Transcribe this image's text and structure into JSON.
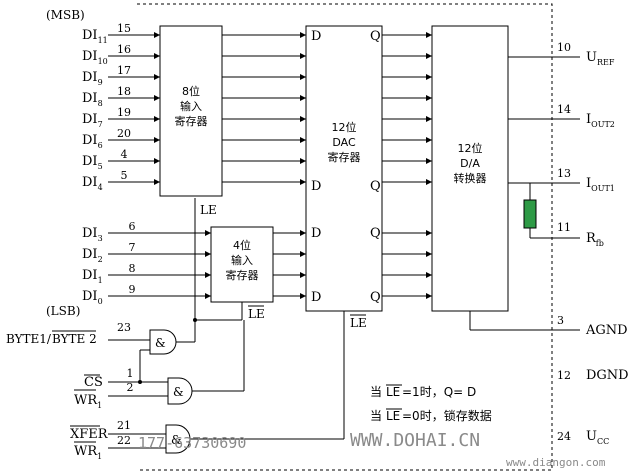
{
  "msb_label": "(MSB)",
  "lsb_label": "(LSB)",
  "inputs_upper": [
    {
      "name": "DI",
      "sub": "11",
      "pin": "15"
    },
    {
      "name": "DI",
      "sub": "10",
      "pin": "16"
    },
    {
      "name": "DI",
      "sub": "9",
      "pin": "17"
    },
    {
      "name": "DI",
      "sub": "8",
      "pin": "18"
    },
    {
      "name": "DI",
      "sub": "7",
      "pin": "19"
    },
    {
      "name": "DI",
      "sub": "6",
      "pin": "20"
    },
    {
      "name": "DI",
      "sub": "5",
      "pin": "4"
    },
    {
      "name": "DI",
      "sub": "4",
      "pin": "5"
    }
  ],
  "inputs_lower": [
    {
      "name": "DI",
      "sub": "3",
      "pin": "6"
    },
    {
      "name": "DI",
      "sub": "2",
      "pin": "7"
    },
    {
      "name": "DI",
      "sub": "1",
      "pin": "8"
    },
    {
      "name": "DI",
      "sub": "0",
      "pin": "9"
    }
  ],
  "blocks": {
    "reg8": {
      "line1": "8位",
      "line2": "输入",
      "line3": "寄存器",
      "le": "LE"
    },
    "reg4": {
      "line1": "4位",
      "line2": "输入",
      "line3": "寄存器",
      "le": "LE"
    },
    "dac": {
      "line1": "12位",
      "line2": "DAC",
      "line3": "寄存器",
      "le": "LE",
      "d": "D",
      "q": "Q"
    },
    "da": {
      "line1": "12位",
      "line2": "D/A",
      "line3": "转换器"
    }
  },
  "ctrl": {
    "byte_label_a": "BYTE1/",
    "byte_label_b": "BYTE 2",
    "byte_pin": "23",
    "cs": "CS",
    "cs_pin": "1",
    "wr": "WR",
    "wr_sub": "1",
    "wr_pin": "2",
    "xfer": "XFER",
    "xfer_pin": "21",
    "wr2": "WR",
    "wr2_sub": "1",
    "wr2_pin": "22",
    "gate": "&"
  },
  "outputs": [
    {
      "name": "U",
      "sub": "REF",
      "pin": "10"
    },
    {
      "name": "I",
      "sub": "OUT2",
      "pin": "14"
    },
    {
      "name": "I",
      "sub": "OUT1",
      "pin": "13"
    },
    {
      "name": "R",
      "sub": "fb",
      "pin": "11"
    },
    {
      "name": "AGND",
      "sub": "",
      "pin": "3"
    },
    {
      "name": "DGND",
      "sub": "",
      "pin": "12"
    },
    {
      "name": "U",
      "sub": "CC",
      "pin": "24"
    }
  ],
  "notes": {
    "line1_a": "当",
    "line1_b": "LE",
    "line1_c": "=1时，Q= D",
    "line2_a": "当",
    "line2_b": "LE",
    "line2_c": "=0时，锁存数据"
  },
  "watermark": {
    "phone": "177-63730690",
    "site": "WWW.DOHAI.CN",
    "site2": "www.diangon.com"
  }
}
